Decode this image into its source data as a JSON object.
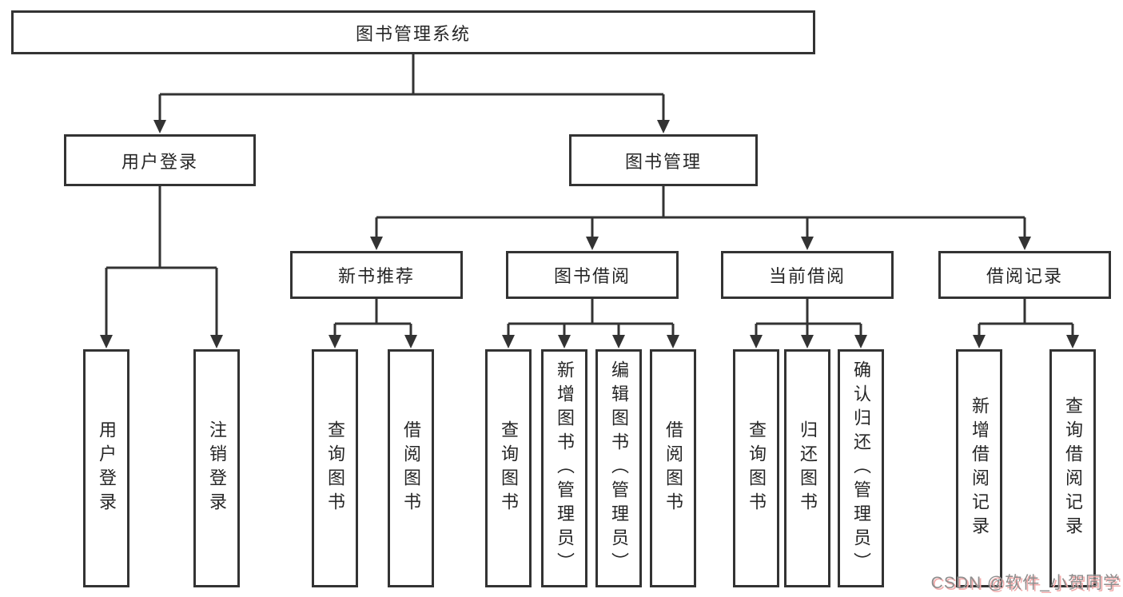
{
  "title": "图书管理系统",
  "level2": [
    {
      "label": "用户登录"
    },
    {
      "label": "图书管理"
    }
  ],
  "level3": [
    {
      "label": "新书推荐"
    },
    {
      "label": "图书借阅"
    },
    {
      "label": "当前借阅"
    },
    {
      "label": "借阅记录"
    }
  ],
  "leaves": {
    "login": [
      "用户登录",
      "注销登录"
    ],
    "recommend": [
      "查询图书",
      "借阅图书"
    ],
    "borrow": [
      "查询图书",
      "新增图书（管理员）",
      "编辑图书（管理员）",
      "借阅图书"
    ],
    "current": [
      "查询图书",
      "归还图书",
      "确认归还（管理员）"
    ],
    "records": [
      "新增借阅记录",
      "查询借阅记录"
    ]
  },
  "watermark": "CSDN @软件_小贺同学",
  "colors": {
    "line": "#333333",
    "box_border": "#333333",
    "text": "#262626",
    "watermark_text": "#8e8e8e",
    "watermark_shadow": "#f2abab",
    "background": "#ffffff"
  }
}
